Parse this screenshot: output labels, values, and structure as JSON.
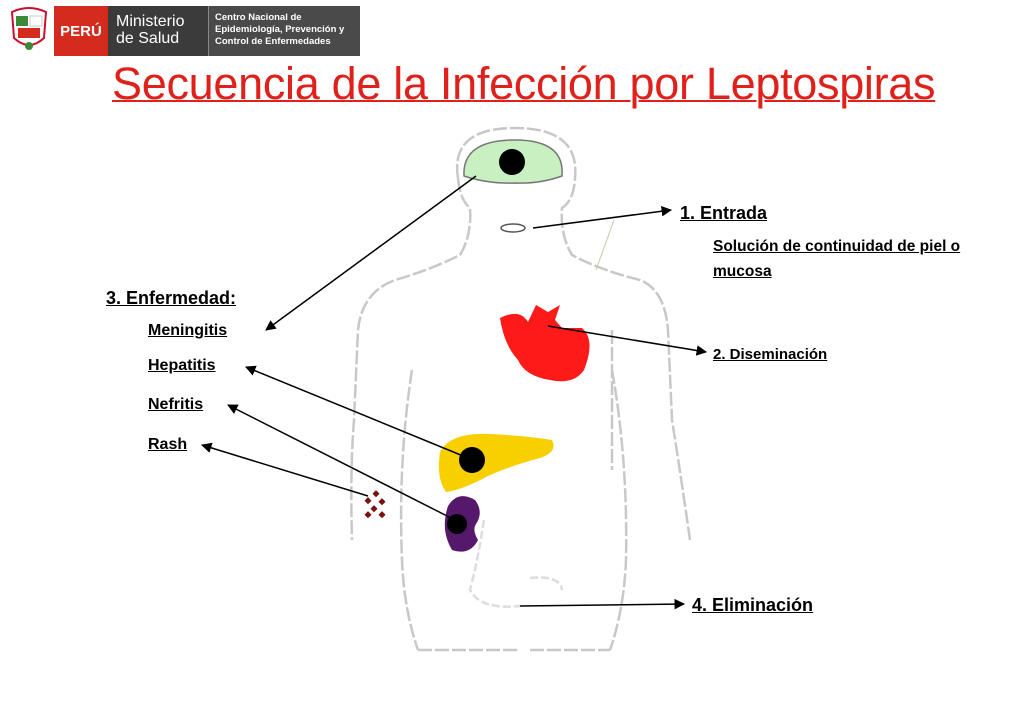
{
  "header": {
    "country": "PERÚ",
    "ministry_line1": "Ministerio",
    "ministry_line2": "de Salud",
    "center_line1": "Centro Nacional de",
    "center_line2": "Epidemiología, Prevención y",
    "center_line3": "Control de Enfermedades"
  },
  "title": "Secuencia de la Infección por Leptospiras",
  "labels": {
    "entrada": "1. Entrada",
    "solucion": "Solución de continuidad de piel o mucosa",
    "diseminacion": "2. Diseminación",
    "enfermedad": "3. Enfermedad:",
    "meningitis": "Meningitis",
    "hepatitis": "Hepatitis",
    "nefritis": "Nefritis",
    "rash": "Rash",
    "eliminacion": "4. Eliminación"
  },
  "colors": {
    "title": "#e0201b",
    "brain": "#c8f0c0",
    "heart": "#ff1a1a",
    "liver": "#f8d000",
    "kidney": "#55186a",
    "rash": "#7a1010"
  }
}
